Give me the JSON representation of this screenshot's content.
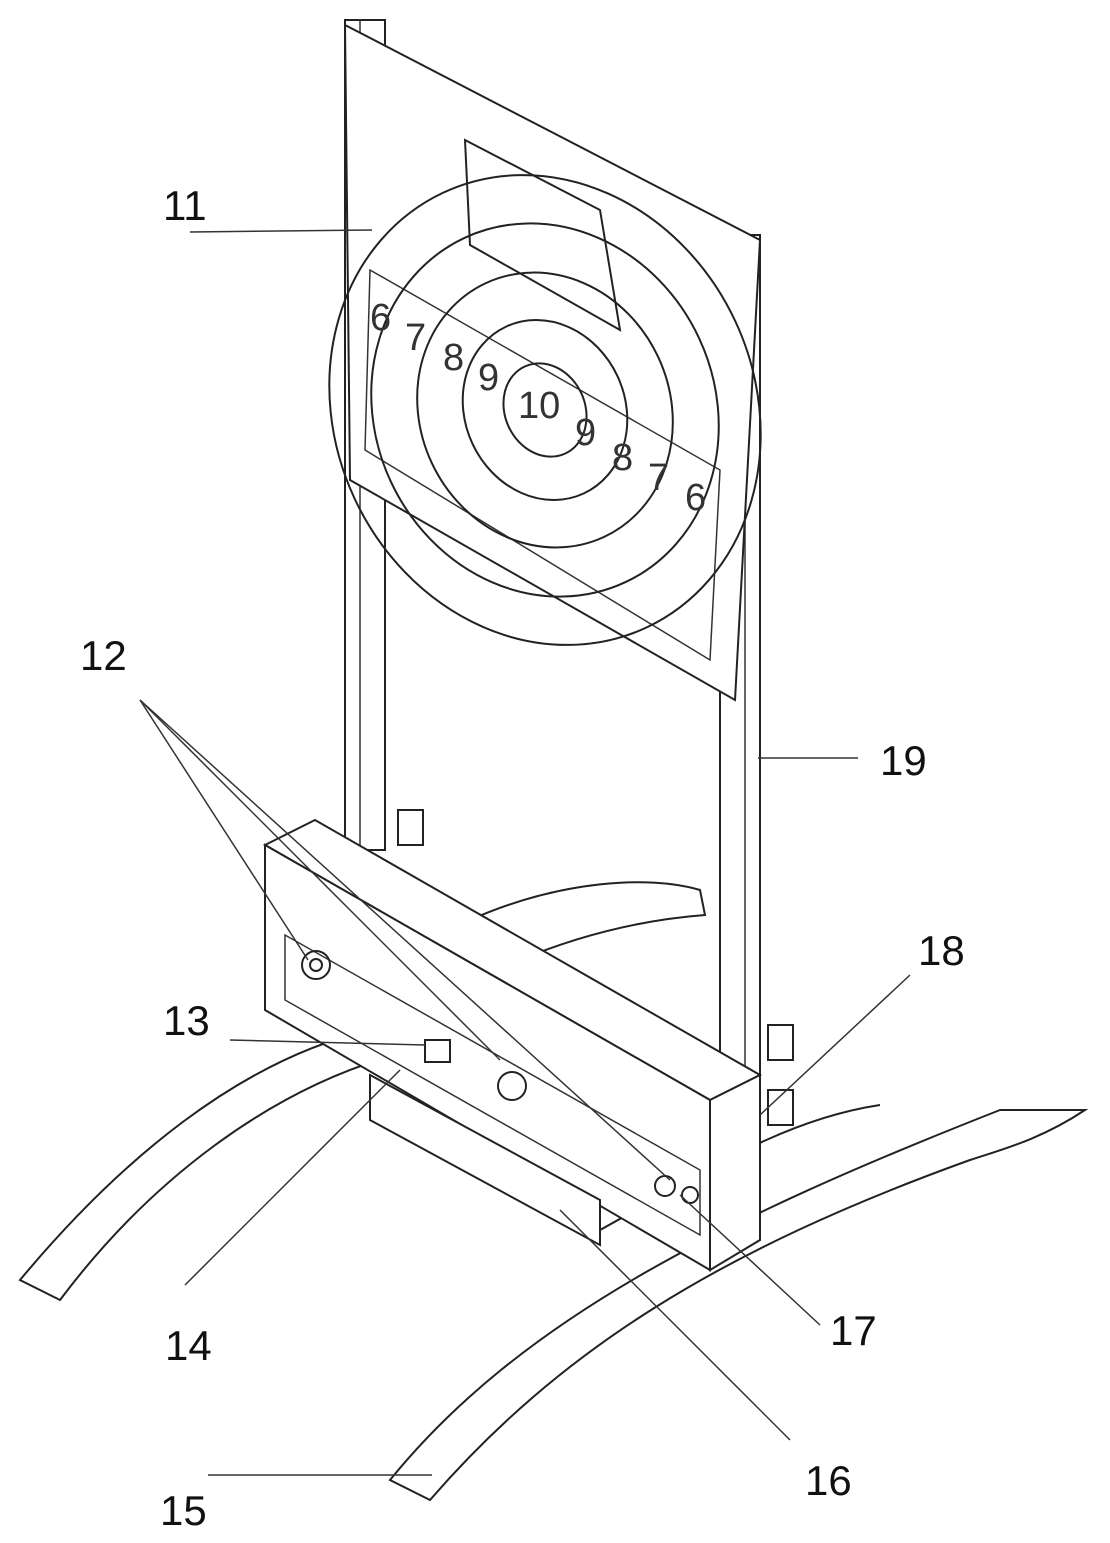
{
  "callouts": {
    "c11": "11",
    "c12": "12",
    "c13": "13",
    "c14": "14",
    "c15": "15",
    "c16": "16",
    "c17": "17",
    "c18": "18",
    "c19": "19"
  },
  "target_rings": {
    "left": [
      "6",
      "7",
      "8",
      "9"
    ],
    "center": "10",
    "right": [
      "9",
      "8",
      "7",
      "6"
    ]
  }
}
